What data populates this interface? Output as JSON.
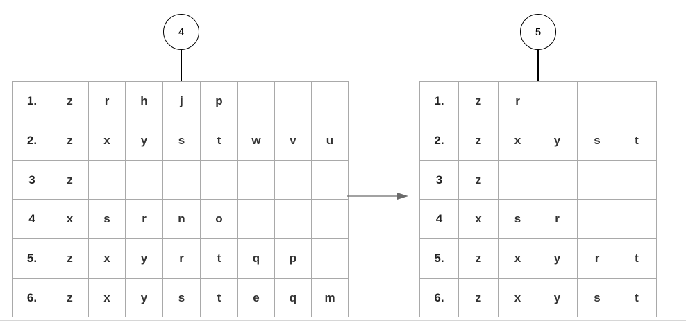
{
  "left": {
    "node_label": "4",
    "rows": [
      [
        "1.",
        "z",
        "r",
        "h",
        "j",
        "p",
        "",
        "",
        ""
      ],
      [
        "2.",
        "z",
        "x",
        "y",
        "s",
        "t",
        "w",
        "v",
        "u"
      ],
      [
        "3",
        "z",
        "",
        "",
        "",
        "",
        "",
        "",
        ""
      ],
      [
        "4",
        "x",
        "s",
        "r",
        "n",
        "o",
        "",
        "",
        ""
      ],
      [
        "5.",
        "z",
        "x",
        "y",
        "r",
        "t",
        "q",
        "p",
        ""
      ],
      [
        "6.",
        "z",
        "x",
        "y",
        "s",
        "t",
        "e",
        "q",
        "m"
      ]
    ]
  },
  "right": {
    "node_label": "5",
    "rows": [
      [
        "1.",
        "z",
        "r",
        "",
        "",
        ""
      ],
      [
        "2.",
        "z",
        "x",
        "y",
        "s",
        "t"
      ],
      [
        "3",
        "z",
        "",
        "",
        "",
        ""
      ],
      [
        "4",
        "x",
        "s",
        "r",
        "",
        ""
      ],
      [
        "5.",
        "z",
        "x",
        "y",
        "r",
        "t"
      ],
      [
        "6.",
        "z",
        "x",
        "y",
        "s",
        "t"
      ]
    ]
  }
}
